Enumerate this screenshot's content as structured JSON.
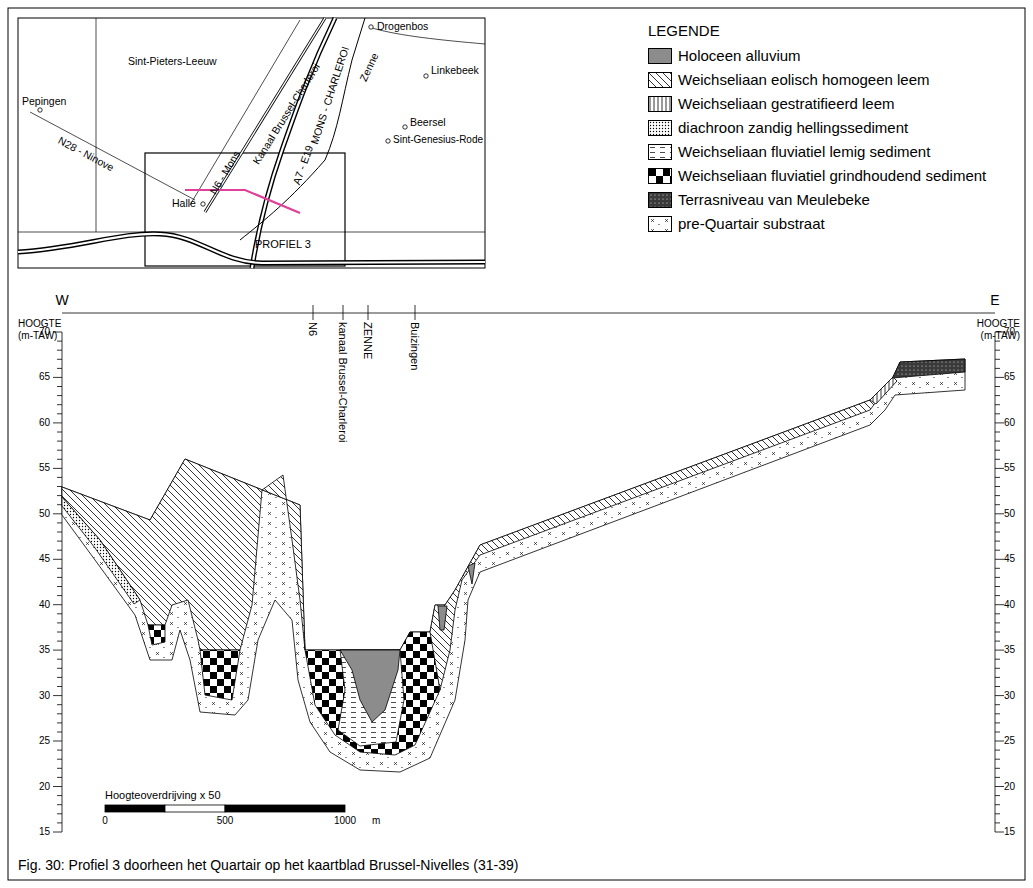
{
  "diagram": {
    "caption": "Fig. 30: Profiel 3 doorheen het Quartair op het kaartblad Brussel-Nivelles (31-39)",
    "labels": [
      "LEGENDE",
      "Sint-Pieters-Leeuw",
      "Pepingen",
      "N28 - Ninove",
      "Halle",
      "N6 - Mons",
      "Kanaal Brussel-Charleroi",
      "A7 - E19",
      "MONS - CHARLEROI",
      "Zenne",
      "Drogenbos",
      "Linkebeek",
      "Beersel",
      "Sint-Genesius-Rode",
      "PROFIEL 3",
      "W",
      "E",
      "HOOGTE (m-TAW)",
      "HOOGTE (m-TAW)",
      "N6",
      "kanaal Brussel-Charleroi",
      "ZENNE",
      "Buizingen",
      "70",
      "65",
      "60",
      "55",
      "50",
      "45",
      "40",
      "35",
      "30",
      "25",
      "20",
      "15",
      "70",
      "65",
      "60",
      "55",
      "50",
      "45",
      "40",
      "35",
      "30",
      "25",
      "20",
      "15",
      "Hoogteoverdrijving x 50",
      "0",
      "500",
      "1000",
      "m"
    ],
    "legend": [
      {
        "text": "Holoceen alluvium",
        "color": "#8c8c8c"
      },
      {
        "text": "Weichseliaan eolisch homogeen leem"
      },
      {
        "text": "Weichseliaan gestratifieerd leem"
      },
      {
        "text": "diachroon zandig hellingssediment"
      },
      {
        "text": "Weichseliaan fluviatiel lemig sediment"
      },
      {
        "text": "Weichseliaan fluviatiel grindhoudend sediment"
      },
      {
        "text": "Terrasniveau van Meulebeke"
      },
      {
        "text": "pre-Quartair substraat"
      }
    ]
  }
}
